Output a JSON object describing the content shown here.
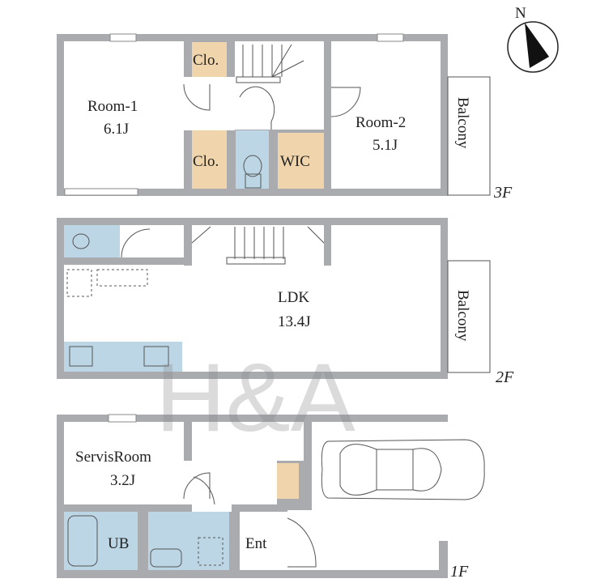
{
  "colors": {
    "wall": "#a9abae",
    "closet": "#f0d5ac",
    "wet_area": "#bcd6e6"
  },
  "watermark": "H&A",
  "compass": {
    "label": "N"
  },
  "floors": {
    "f3": {
      "label": "3F",
      "rooms": {
        "room1_name": "Room-1",
        "room1_size": "6.1J",
        "room2_name": "Room-2",
        "room2_size": "5.1J",
        "closet_top": "Clo.",
        "closet_bottom": "Clo.",
        "wic": "WIC",
        "balcony": "Balcony"
      }
    },
    "f2": {
      "label": "2F",
      "rooms": {
        "ldk_name": "LDK",
        "ldk_size": "13.4J",
        "balcony": "Balcony"
      }
    },
    "f1": {
      "label": "1F",
      "rooms": {
        "servis_name": "ServisRoom",
        "servis_size": "3.2J",
        "bath": "UB",
        "entrance": "Ent"
      }
    }
  }
}
